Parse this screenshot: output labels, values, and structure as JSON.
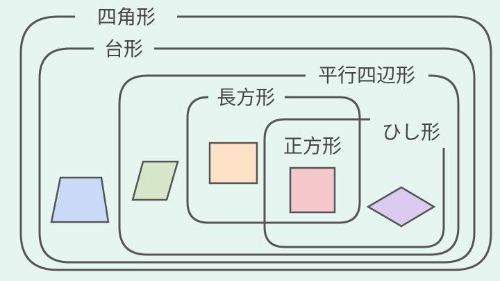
{
  "labels": {
    "quadrilateral": "四角形",
    "trapezoid": "台形",
    "parallelogram": "平行四辺形",
    "rectangle": "長方形",
    "rhombus": "ひし形",
    "square": "正方形"
  },
  "colors": {
    "background": "#e6f5f0",
    "outline": "#555555",
    "trapezoid_fill": "#c9d9f7",
    "parallelogram_fill": "#d6e7c9",
    "rectangle_fill": "#fde2c8",
    "square_fill": "#f5c8cc",
    "rhombus_fill": "#dccbf0"
  }
}
